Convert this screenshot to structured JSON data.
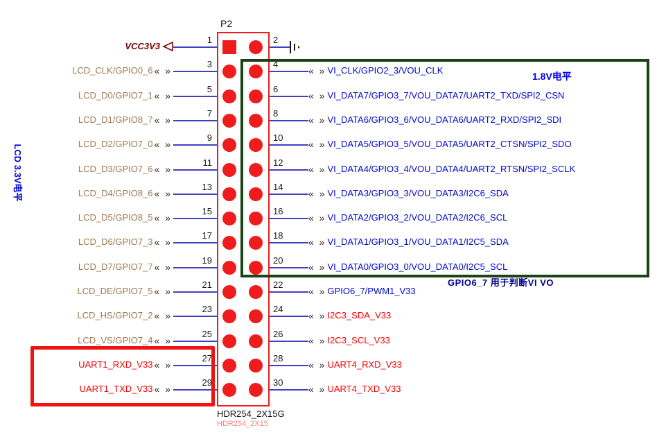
{
  "connector": {
    "designator": "P2",
    "footprint": "HDR254_2X15G",
    "footprint_alt": "HDR254_2X15"
  },
  "annotations": {
    "left_vertical": "LCD 3.3V电平",
    "right_top": "1.8V电平",
    "gpio_note": "GPIO6_7 用于判断VI VO"
  },
  "icons": {
    "ground": "earth-ground-icon",
    "power": "power-port-triangle-icon",
    "port": "double-chevron-port-icon"
  },
  "colors": {
    "wire": "#4040c0",
    "connector_red": "#ee1c1c",
    "tan": "#a07850",
    "blue": "#0008c8",
    "red": "#f80000",
    "power": "#7a0000",
    "chevron": "#2a2a2a",
    "green_box": "#1a4416",
    "red_box": "#ee1414",
    "note_blue": "#00008b",
    "label_blue_18v": "#0000e6",
    "vertical_note_blue": "#0000d0",
    "footprint_alt_pink": "#f08080"
  },
  "rows": [
    {
      "pins": [
        1,
        2
      ],
      "left": {
        "kind": "power",
        "label": "VCC3V3"
      },
      "right": {
        "kind": "ground",
        "icon": "earth-ground-icon"
      }
    },
    {
      "pins": [
        3,
        4
      ],
      "left": {
        "kind": "net",
        "label": "LCD_CLK/GPIO0_6",
        "color": "tan"
      },
      "right": {
        "kind": "net",
        "label": "VI_CLK/GPIO2_3/VOU_CLK",
        "color": "blue"
      }
    },
    {
      "pins": [
        5,
        6
      ],
      "left": {
        "kind": "net",
        "label": "LCD_D0/GPIO7_1",
        "color": "tan"
      },
      "right": {
        "kind": "net",
        "label": "VI_DATA7/GPIO3_7/VOU_DATA7/UART2_TXD/SPI2_CSN",
        "color": "blue"
      }
    },
    {
      "pins": [
        7,
        8
      ],
      "left": {
        "kind": "net",
        "label": "LCD_D1/GPIO8_7",
        "color": "tan"
      },
      "right": {
        "kind": "net",
        "label": "VI_DATA6/GPIO3_6/VOU_DATA6/UART2_RXD/SPI2_SDI",
        "color": "blue"
      }
    },
    {
      "pins": [
        9,
        10
      ],
      "left": {
        "kind": "net",
        "label": "LCD_D2/GPIO7_0",
        "color": "tan"
      },
      "right": {
        "kind": "net",
        "label": "VI_DATA5/GPIO3_5/VOU_DATA5/UART2_CTSN/SPI2_SDO",
        "color": "blue"
      }
    },
    {
      "pins": [
        11,
        12
      ],
      "left": {
        "kind": "net",
        "label": "LCD_D3/GPIO7_6",
        "color": "tan"
      },
      "right": {
        "kind": "net",
        "label": "VI_DATA4/GPIO3_4/VOU_DATA4/UART2_RTSN/SPI2_SCLK",
        "color": "blue"
      }
    },
    {
      "pins": [
        13,
        14
      ],
      "left": {
        "kind": "net",
        "label": "LCD_D4/GPIO8_6",
        "color": "tan"
      },
      "right": {
        "kind": "net",
        "label": "VI_DATA3/GPIO3_3/VOU_DATA3/I2C6_SDA",
        "color": "blue"
      }
    },
    {
      "pins": [
        15,
        16
      ],
      "left": {
        "kind": "net",
        "label": "LCD_D5/GPIO8_5",
        "color": "tan"
      },
      "right": {
        "kind": "net",
        "label": "VI_DATA2/GPIO3_2/VOU_DATA2/I2C6_SCL",
        "color": "blue"
      }
    },
    {
      "pins": [
        17,
        18
      ],
      "left": {
        "kind": "net",
        "label": "LCD_D6/GPIO7_3",
        "color": "tan"
      },
      "right": {
        "kind": "net",
        "label": "VI_DATA1/GPIO3_1/VOU_DATA1/I2C5_SDA",
        "color": "blue"
      }
    },
    {
      "pins": [
        19,
        20
      ],
      "left": {
        "kind": "net",
        "label": "LCD_D7/GPIO7_7",
        "color": "tan"
      },
      "right": {
        "kind": "net",
        "label": "VI_DATA0/GPIO3_0/VOU_DATA0/I2C5_SCL",
        "color": "blue"
      }
    },
    {
      "pins": [
        21,
        22
      ],
      "left": {
        "kind": "net",
        "label": "LCD_DE/GPIO7_5",
        "color": "tan"
      },
      "right": {
        "kind": "net",
        "label": "GPIO6_7/PWM1_V33",
        "color": "blue"
      }
    },
    {
      "pins": [
        23,
        24
      ],
      "left": {
        "kind": "net",
        "label": "LCD_HS/GPIO7_2",
        "color": "tan"
      },
      "right": {
        "kind": "net",
        "label": "I2C3_SDA_V33",
        "color": "red"
      }
    },
    {
      "pins": [
        25,
        26
      ],
      "left": {
        "kind": "net",
        "label": "LCD_VS/GPIO7_4",
        "color": "tan"
      },
      "right": {
        "kind": "net",
        "label": "I2C3_SCL_V33",
        "color": "red"
      }
    },
    {
      "pins": [
        27,
        28
      ],
      "left": {
        "kind": "net",
        "label": "UART1_RXD_V33",
        "color": "red"
      },
      "right": {
        "kind": "net",
        "label": "UART4_RXD_V33",
        "color": "red"
      }
    },
    {
      "pins": [
        29,
        30
      ],
      "left": {
        "kind": "net",
        "label": "UART1_TXD_V33",
        "color": "red"
      },
      "right": {
        "kind": "net",
        "label": "UART4_TXD_V33",
        "color": "red"
      }
    }
  ]
}
